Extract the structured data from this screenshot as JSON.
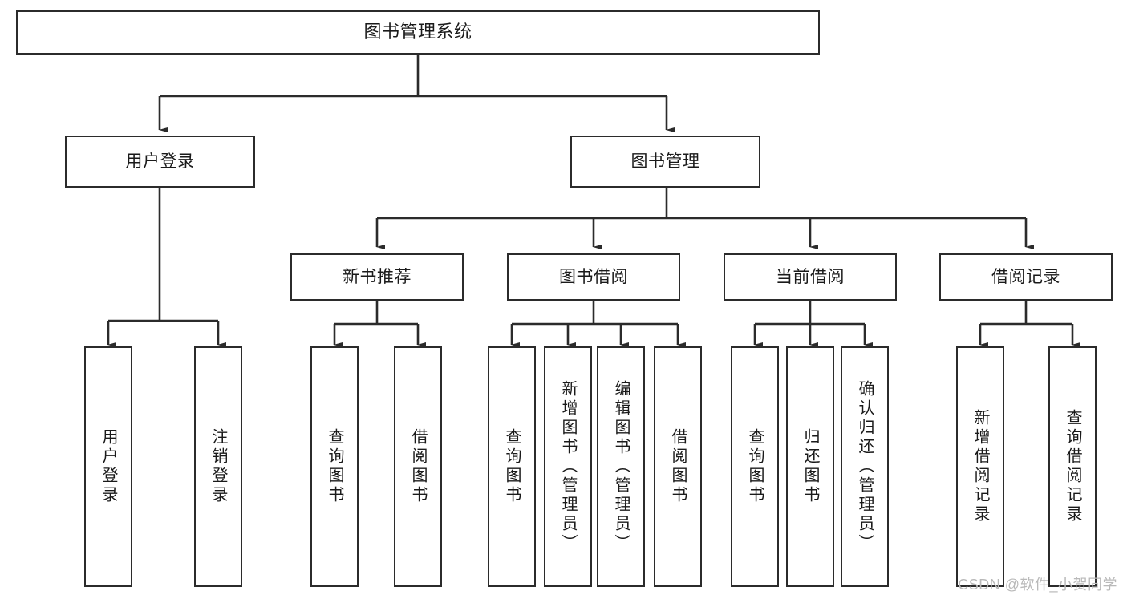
{
  "diagram": {
    "type": "tree",
    "title": "图书管理系统",
    "orientation": "top-down",
    "stroke_color": "#2b2b2b",
    "background_color": "#ffffff",
    "text_color": "#1a1a1a"
  },
  "nodes": {
    "root": {
      "label": "图书管理系统",
      "level": 1
    },
    "l2": [
      {
        "label": "用户登录",
        "level": 2
      },
      {
        "label": "图书管理",
        "level": 2
      }
    ],
    "l3": [
      {
        "label": "新书推荐",
        "level": 3
      },
      {
        "label": "图书借阅",
        "level": 3
      },
      {
        "label": "当前借阅",
        "level": 3
      },
      {
        "label": "借阅记录",
        "level": 3
      }
    ],
    "leaves": {
      "user_login": [
        {
          "label": "用户登录"
        },
        {
          "label": "注销登录"
        }
      ],
      "new_book_recommend": [
        {
          "label": "查询图书"
        },
        {
          "label": "借阅图书"
        }
      ],
      "book_borrow": [
        {
          "label": "查询图书"
        },
        {
          "label": "新增图书（管理员）"
        },
        {
          "label": "编辑图书（管理员）"
        },
        {
          "label": "借阅图书"
        }
      ],
      "current_borrow": [
        {
          "label": "查询图书"
        },
        {
          "label": "归还图书"
        },
        {
          "label": "确认归还（管理员）"
        }
      ],
      "borrow_record": [
        {
          "label": "新增借阅记录"
        },
        {
          "label": "查询借阅记录"
        }
      ]
    }
  },
  "watermark": {
    "text": "CSDN @软件_小贺同学"
  }
}
